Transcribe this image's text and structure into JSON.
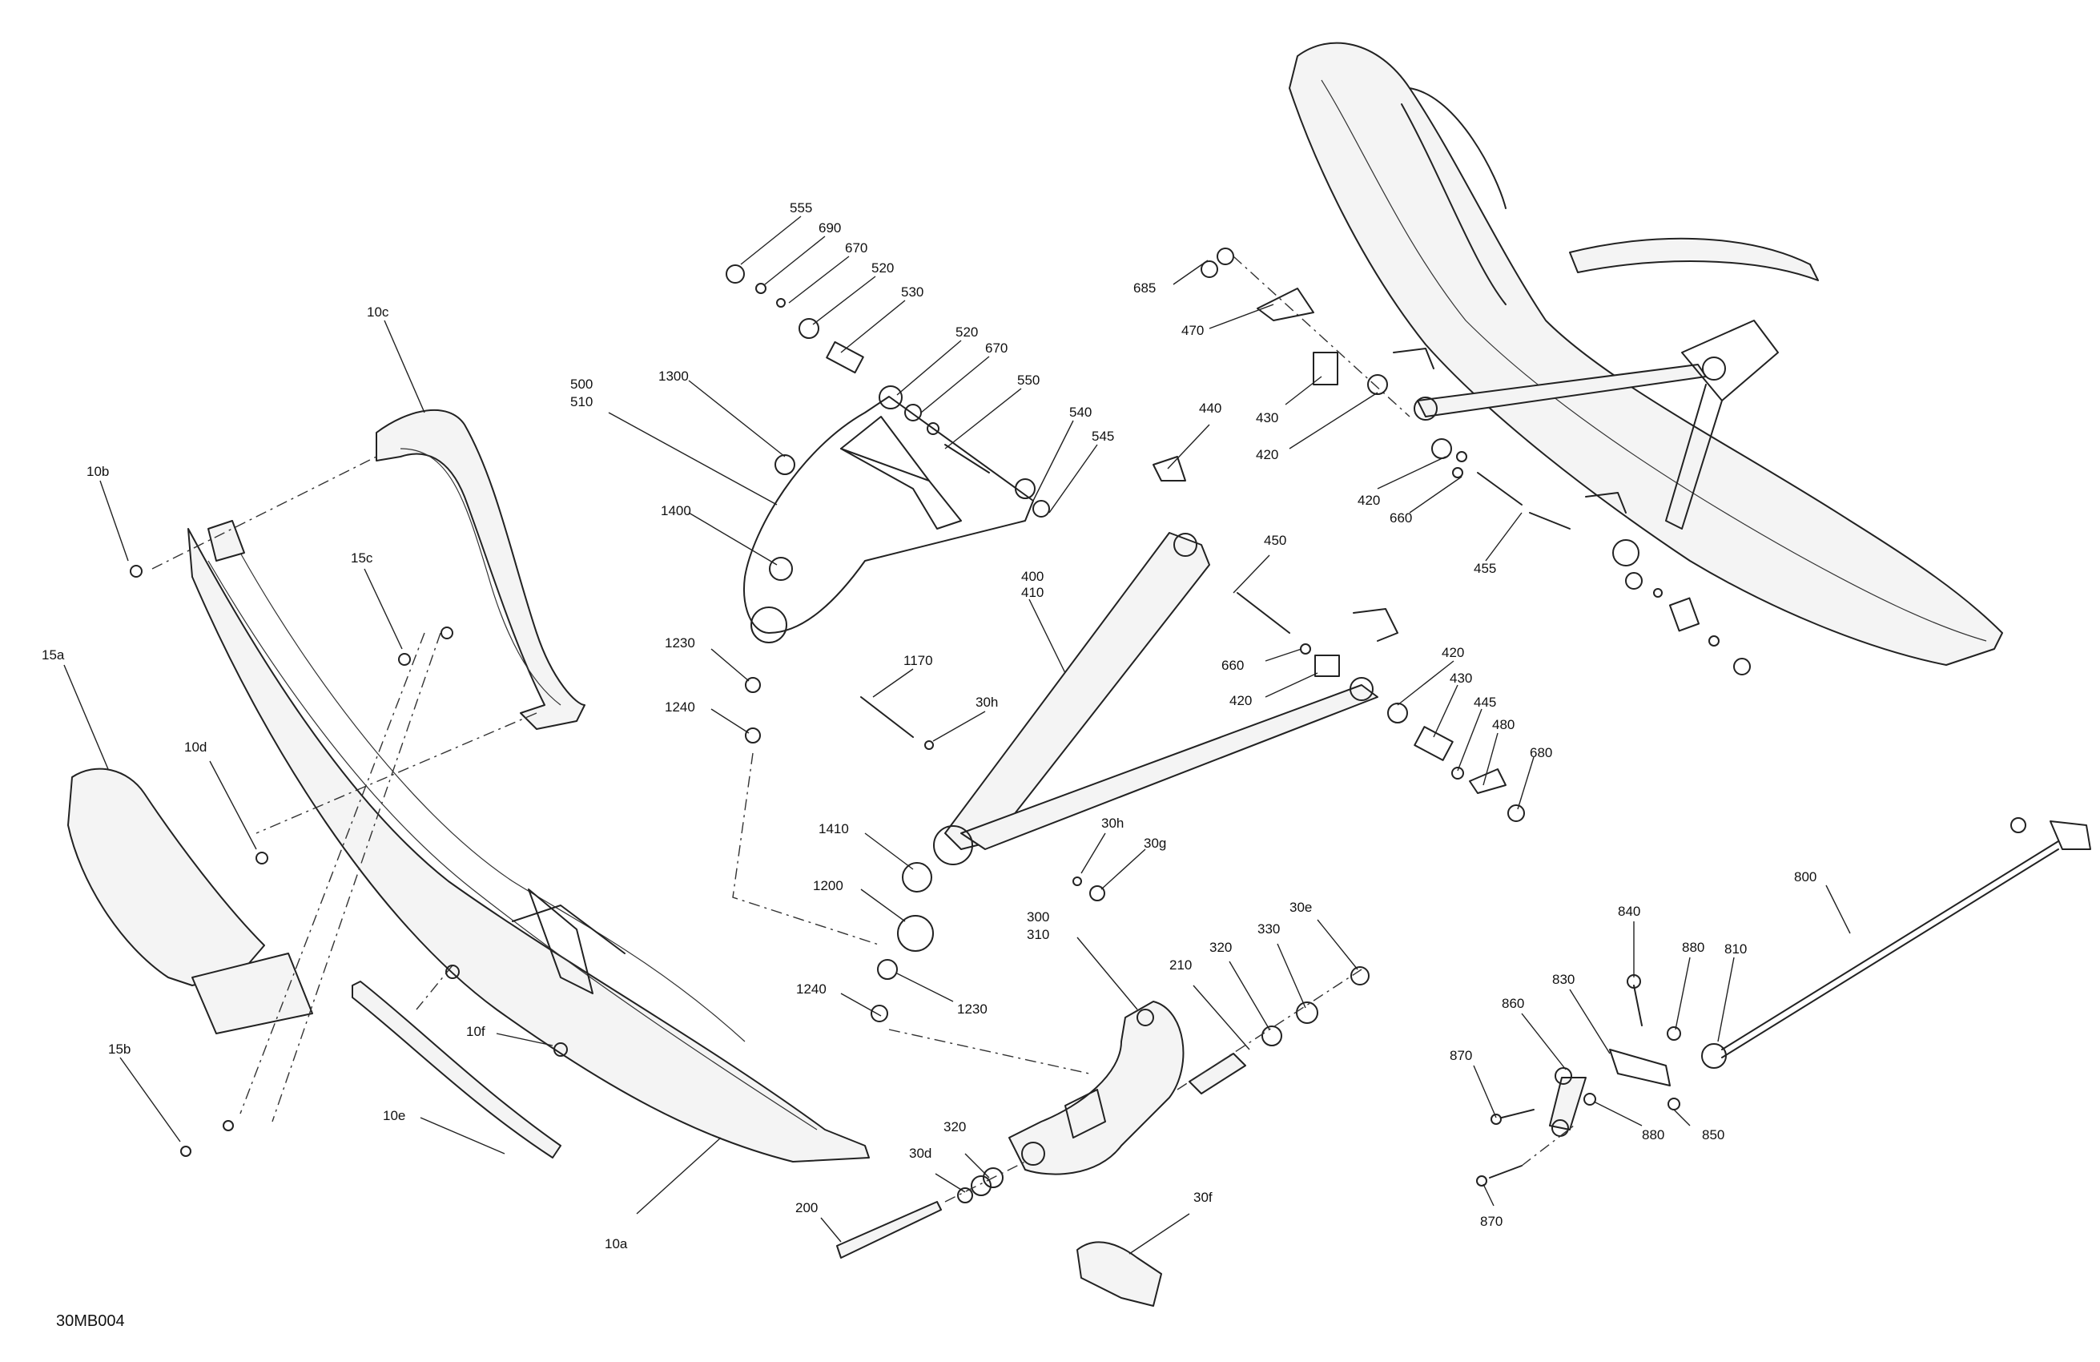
{
  "figure_code": "30MB004",
  "callouts": {
    "c10c": "10c",
    "c10b": "10b",
    "c15c": "15c",
    "c15a": "15a",
    "c10d": "10d",
    "c15b": "15b",
    "c10f": "10f",
    "c10e": "10e",
    "c10a": "10a",
    "c555": "555",
    "c690": "690",
    "c670a": "670",
    "c520a": "520",
    "c530": "530",
    "c520b": "520",
    "c670b": "670",
    "c550": "550",
    "c540": "540",
    "c545": "545",
    "c500": "500",
    "c510": "510",
    "c1300": "1300",
    "c1400": "1400",
    "c1230a": "1230",
    "c1240a": "1240",
    "c1170": "1170",
    "c30h_a": "30h",
    "c400": "400",
    "c410": "410",
    "c1410": "1410",
    "c1200": "1200",
    "c1240b": "1240",
    "c1230b": "1230",
    "c30h_b": "30h",
    "c30g": "30g",
    "c685": "685",
    "c470": "470",
    "c430a": "430",
    "c420a": "420",
    "c440": "440",
    "c420b": "420",
    "c660a": "660",
    "c455": "455",
    "c450": "450",
    "c660b": "660",
    "c420c": "420",
    "c420d": "420",
    "c430b": "430",
    "c445": "445",
    "c480": "480",
    "c680": "680",
    "c300": "300",
    "c310": "310",
    "c210": "210",
    "c320a": "320",
    "c330": "330",
    "c30e": "30e",
    "c320b": "320",
    "c30d": "30d",
    "c200": "200",
    "c30f": "30f",
    "c800": "800",
    "c840": "840",
    "c880a": "880",
    "c810": "810",
    "c830": "830",
    "c860": "860",
    "c870a": "870",
    "c880b": "880",
    "c850": "850",
    "c870b": "870"
  }
}
